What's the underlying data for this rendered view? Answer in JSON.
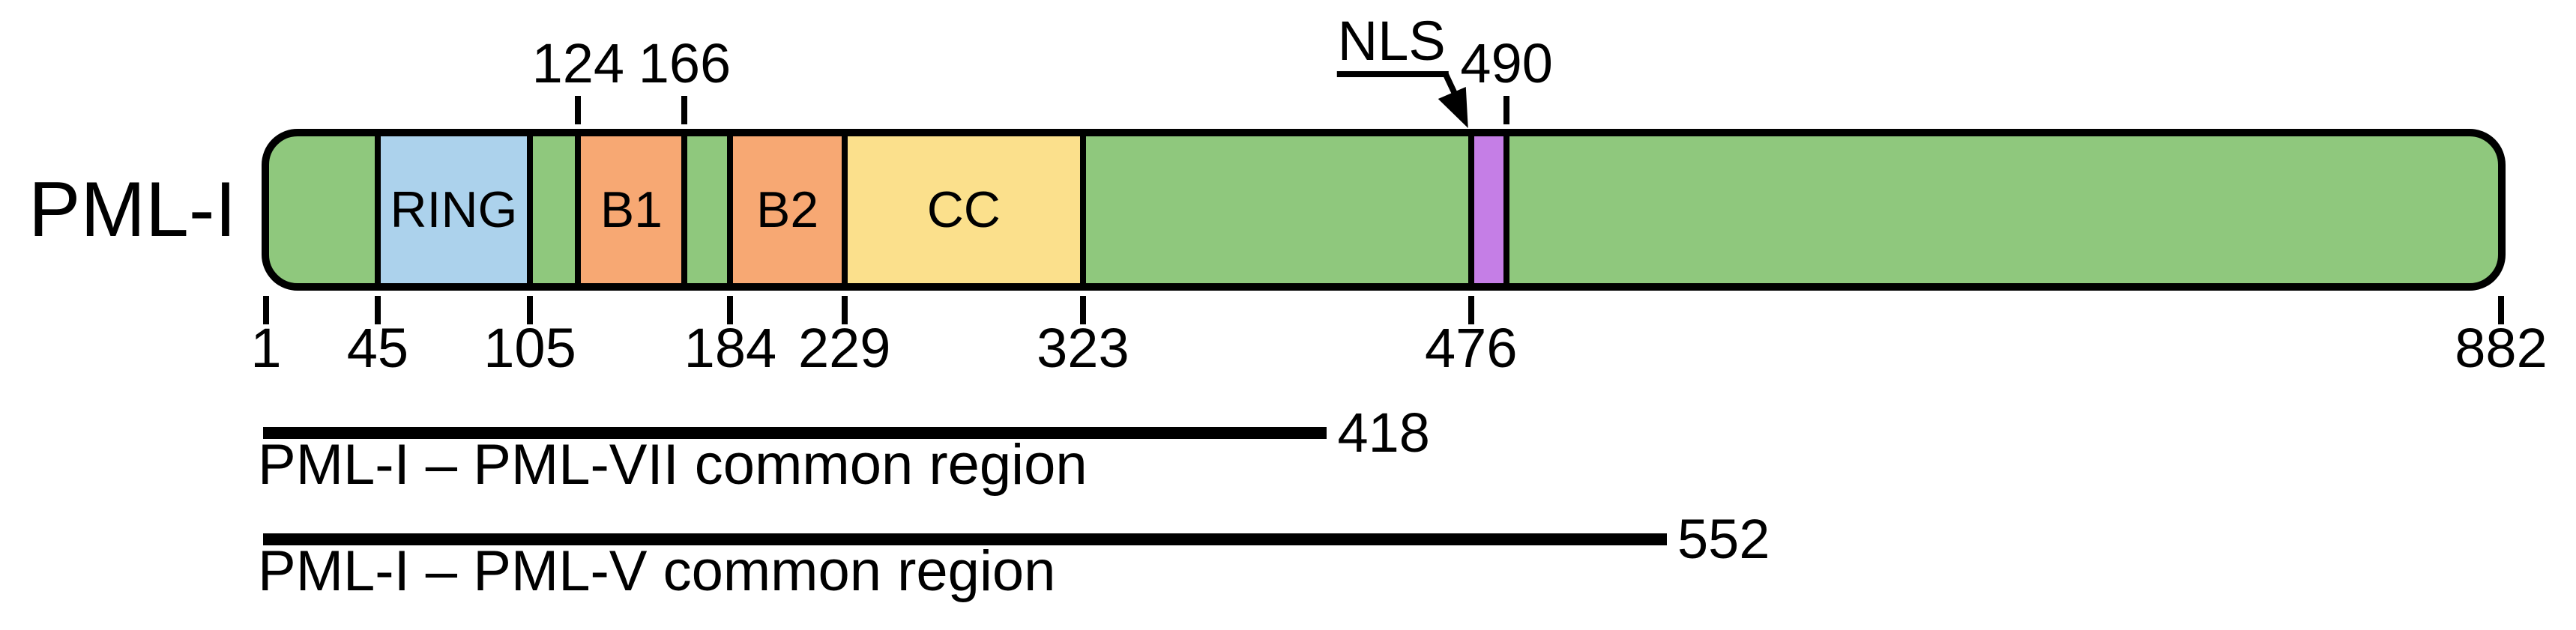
{
  "protein": {
    "name": "PML-I",
    "start": 1,
    "end": 882,
    "backbone_color": "#8FC87D",
    "outline_color": "#000000",
    "domains": [
      {
        "label": "RING",
        "start": 45,
        "end": 105,
        "color": "#ACD2EC"
      },
      {
        "label": "B1",
        "start": 124,
        "end": 166,
        "color": "#F7A873"
      },
      {
        "label": "B2",
        "start": 184,
        "end": 229,
        "color": "#F7A873"
      },
      {
        "label": "CC",
        "start": 229,
        "end": 323,
        "color": "#FBE08C"
      },
      {
        "label": "",
        "name": "NLS",
        "start": 476,
        "end": 490,
        "color": "#C57EE6"
      }
    ],
    "ticks_bottom": [
      1,
      45,
      105,
      184,
      229,
      323,
      476,
      882
    ],
    "ticks_top": [
      124,
      166,
      490
    ],
    "nls_annotation": {
      "label": "NLS",
      "points_to": 476
    }
  },
  "regions": [
    {
      "caption": "PML-I – PML-VII common region",
      "start": 1,
      "end": 418,
      "end_label": "418"
    },
    {
      "caption": "PML-I – PML-V common region",
      "start": 1,
      "end": 552,
      "end_label": "552"
    }
  ]
}
